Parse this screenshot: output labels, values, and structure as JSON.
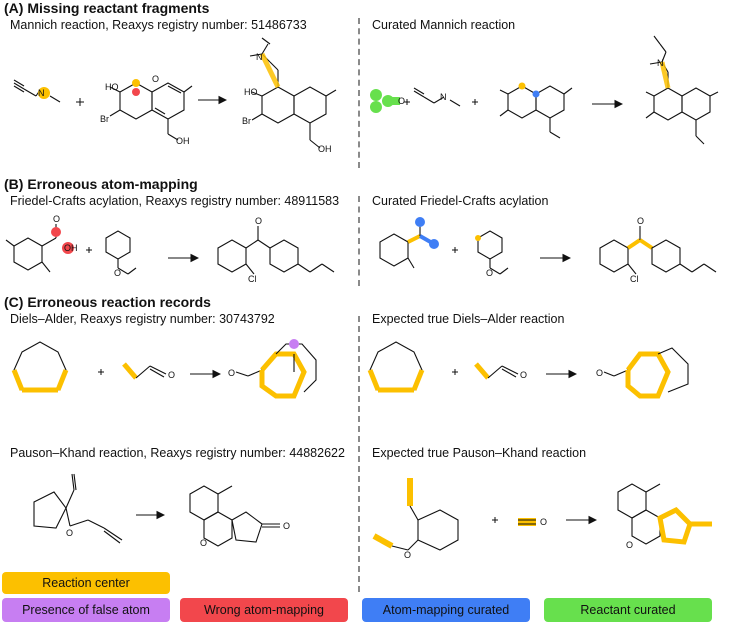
{
  "sections": [
    {
      "title": "(A) Missing reactant fragments",
      "left_label": "Mannich reaction, Reaxys registry number: 51486733",
      "right_label": "Curated Mannich reaction"
    },
    {
      "title": "(B) Erroneous atom-mapping",
      "left_label": "Friedel-Crafts acylation, Reaxys registry number: 48911583",
      "right_label": "Curated Friedel-Crafts acylation"
    },
    {
      "title": "(C) Erroneous reaction records",
      "left_label": "Diels–Alder, Reaxys registry number: 30743792",
      "right_label": "Expected true Diels–Alder reaction",
      "left_label_2": "Pauson–Khand reaction, Reaxys registry number: 44882622",
      "right_label_2": "Expected true Pauson–Khand reaction"
    }
  ],
  "legend": [
    {
      "label": "Presence of false atom",
      "color": "#c77ef2"
    },
    {
      "label": "Wrong atom-mapping",
      "color": "#f2474c"
    },
    {
      "label": "Atom-mapping curated",
      "color": "#3f7ef5"
    },
    {
      "label": "Reactant curated",
      "color": "#67e04d"
    },
    {
      "label": "Reaction center",
      "color": "#fcc000"
    }
  ],
  "atom_labels": {
    "a_nh": "N",
    "a_n": "N",
    "a_n_cur": "N",
    "a_nh_cur": "N",
    "a_ho": "HO",
    "a_br": "Br",
    "a_oh": "OH",
    "a_o": "O",
    "a_ho2": "HO",
    "a_br2": "Br",
    "a_oh2": "OH",
    "b_oh": "OH",
    "b_o": "O",
    "b_o2": "O",
    "b_cl": "Cl",
    "b_o3": "O",
    "b_cl2": "Cl",
    "c_o": "O",
    "c_o2": "O",
    "c_o3": "O",
    "c_o4": "O",
    "c_o5": "O",
    "c_o6": "O",
    "c_o7": "O",
    "c_o8": "O",
    "c_o9": "O",
    "c_o10": "O",
    "c_o11": "O",
    "c_o12": "O",
    "a_cho_o": "O"
  }
}
